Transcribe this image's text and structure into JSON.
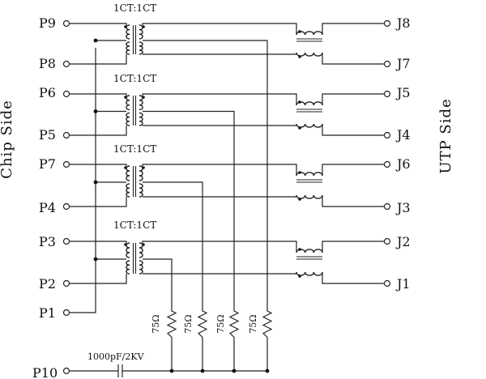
{
  "diagram": {
    "chip_side_label": "Chip Side",
    "utp_side_label": "UTP Side",
    "transformer_ratios": [
      "1CT:1CT",
      "1CT:1CT",
      "1CT:1CT",
      "1CT:1CT"
    ],
    "chip_pins": [
      "P9",
      "P8",
      "P6",
      "P5",
      "P7",
      "P4",
      "P3",
      "P2",
      "P1",
      "P10"
    ],
    "utp_pins": [
      "J8",
      "J7",
      "J5",
      "J4",
      "J6",
      "J3",
      "J2",
      "J1"
    ],
    "resistor_labels": [
      "75Ω",
      "75Ω",
      "75Ω",
      "75Ω"
    ],
    "capacitor_label": "1000pF/2KV"
  }
}
